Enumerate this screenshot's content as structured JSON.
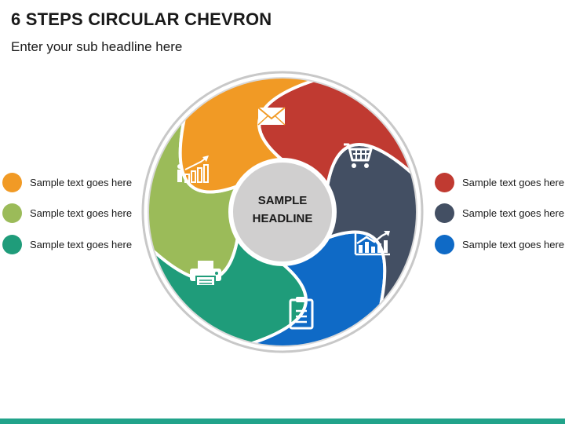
{
  "header": {
    "title": "6 STEPS CIRCULAR CHEVRON",
    "subtitle": "Enter your sub headline here"
  },
  "center": {
    "line1": "SAMPLE",
    "line2": "HEADLINE"
  },
  "steps": [
    {
      "color": "#f19a25",
      "icon": "envelope-icon"
    },
    {
      "color": "#c03a31",
      "icon": "shopping-cart-icon"
    },
    {
      "color": "#434f63",
      "icon": "line-chart-icon"
    },
    {
      "color": "#0f6ac6",
      "icon": "clipboard-icon"
    },
    {
      "color": "#1f9c7a",
      "icon": "printer-icon"
    },
    {
      "color": "#9bbb59",
      "icon": "growth-bar-chart-icon"
    }
  ],
  "legend_left": [
    {
      "text": "Sample text goes here",
      "color": "#f19a25"
    },
    {
      "text": "Sample text goes here",
      "color": "#9bbb59"
    },
    {
      "text": "Sample text goes here",
      "color": "#1f9c7a"
    }
  ],
  "legend_right": [
    {
      "text": "Sample text goes here",
      "color": "#c03a31"
    },
    {
      "text": "Sample text goes here",
      "color": "#434f63"
    },
    {
      "text": "Sample text goes here",
      "color": "#0f6ac6"
    }
  ],
  "footer": {
    "bar_color": "#21a38a"
  }
}
